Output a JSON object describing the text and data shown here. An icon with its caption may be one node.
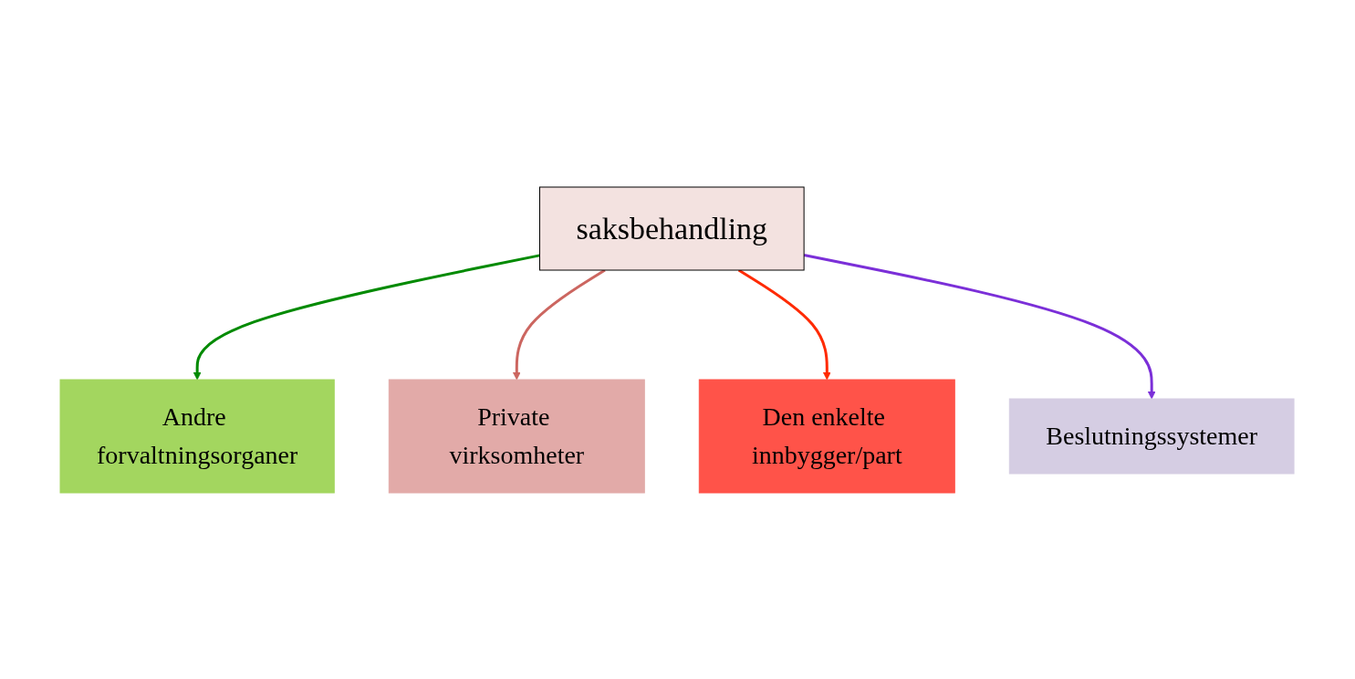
{
  "diagram": {
    "nodes": [
      {
        "text": [
          "Andre forvaltningsorganer"
        ]
      },
      {
        "text": [
          "Private virksomheter"
        ]
      },
      {
        "text": [
          "saksbehandling"
        ]
      },
      {
        "text": [
          "Den enkelte innbygger/part"
        ]
      },
      {
        "text": [
          "Beslutningssystemer"
        ]
      }
    ],
    "edges": [
      {
        "from": 2,
        "to": 0,
        "arrow": "to",
        "color": "#008a00"
      },
      {
        "from": 2,
        "to": 1,
        "arrow": "to",
        "color": "#cc6660"
      },
      {
        "from": 2,
        "to": 3,
        "arrow": "to",
        "color": "#ff2a00"
      },
      {
        "from": 2,
        "to": 4,
        "arrow": "to",
        "color": "#7b2fd8"
      }
    ]
  }
}
